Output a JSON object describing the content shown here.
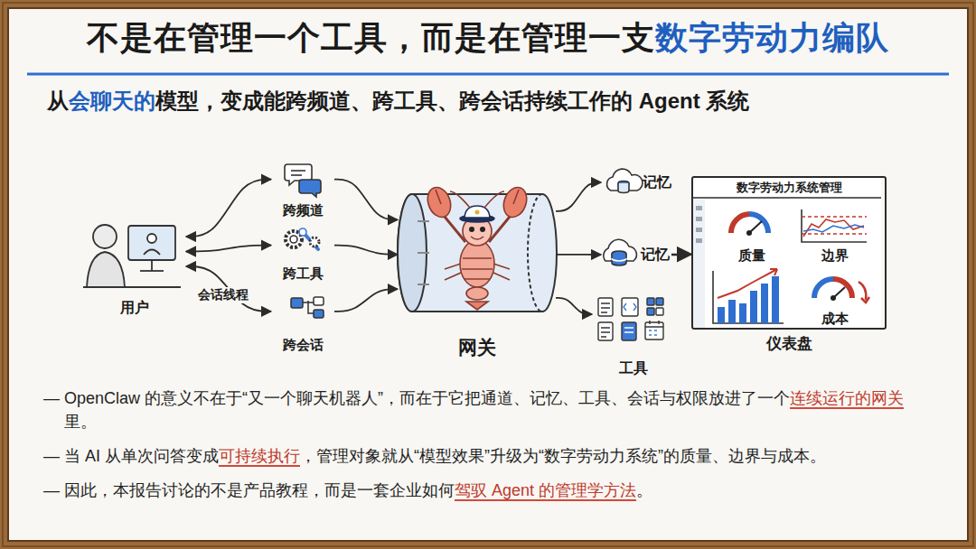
{
  "diagram": {
    "title": "不是在管理一个工具，而是在管理一支数字劳动力编队",
    "caption": "从会聊天的模型，变成能跨频道、跨工具、跨会话持续工作的 Agent 系统",
    "nodes": [
      {
        "text": [
          "用户"
        ]
      },
      {
        "text": [
          "跨频道"
        ]
      },
      {
        "text": [
          "跨工具"
        ]
      },
      {
        "text": [
          "跨会话"
        ]
      },
      {
        "text": [
          "网关"
        ]
      },
      {
        "text": [
          "记忆"
        ]
      },
      {
        "text": [
          "记忆"
        ]
      },
      {
        "text": [
          "工具"
        ]
      },
      {
        "text": [
          "数字劳动力系统管理",
          "仪表盘"
        ]
      },
      {
        "text": [
          "质量"
        ],
        "in": 8
      },
      {
        "text": [
          "边界"
        ],
        "in": 8
      },
      {
        "text": [
          "成本"
        ],
        "in": 8
      }
    ],
    "edges": [
      {
        "from": 0,
        "to": 1,
        "arrow": "both"
      },
      {
        "from": 0,
        "to": 2,
        "arrow": "both"
      },
      {
        "from": 0,
        "to": 3,
        "arrow": "both",
        "label": "会话线程"
      },
      {
        "from": 1,
        "to": 4,
        "arrow": "to"
      },
      {
        "from": 2,
        "to": 4,
        "arrow": "to"
      },
      {
        "from": 3,
        "to": 4,
        "arrow": "to"
      },
      {
        "from": 4,
        "to": 5,
        "arrow": "to"
      },
      {
        "from": 4,
        "to": 6,
        "arrow": "to"
      },
      {
        "from": 4,
        "to": 7,
        "arrow": "to"
      },
      {
        "from": 6,
        "to": 8,
        "arrow": "to"
      }
    ],
    "labels": [
      "— OpenClaw 的意义不在于“又一个聊天机器人”，而在于它把通道、记忆、工具、会话与权限放进了一个连续运行的网关里。",
      "— 当 AI 从单次问答变成可持续执行，管理对象就从“模型效果”升级为“数字劳动力系统”的质量、边界与成本。",
      "— 因此，本报告讨论的不是产品教程，而是一套企业如何驾驭 Agent 的管理学方法。"
    ]
  }
}
